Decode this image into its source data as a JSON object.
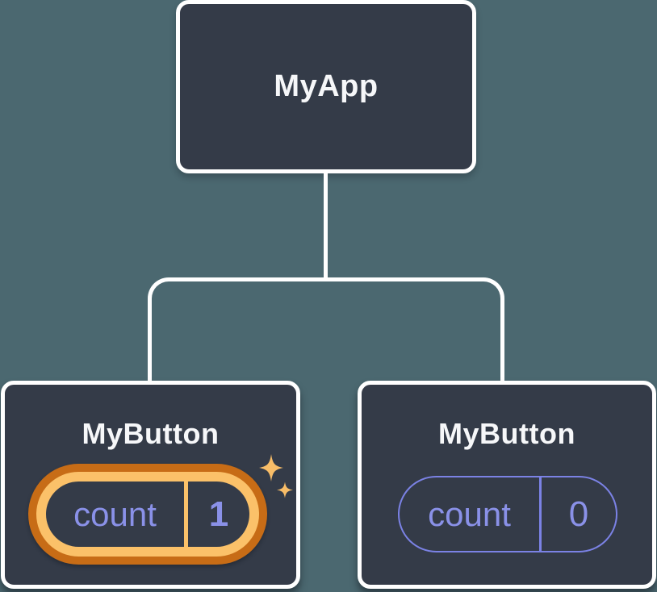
{
  "colors": {
    "background": "#4B6870",
    "node_fill": "#343B48",
    "node_border": "#FFFFFF",
    "label_text": "#F6F7F9",
    "state_purple": "#8A91E8",
    "pill_border_purple": "#7B82E5",
    "highlight_orange_dark": "#C76C16",
    "highlight_orange_light": "#FBC169",
    "sparkle_gold": "#F8BD68"
  },
  "diagram": {
    "root": {
      "label": "MyApp"
    },
    "children": [
      {
        "label": "MyButton",
        "state_name": "count",
        "state_value": "1",
        "highlighted": true
      },
      {
        "label": "MyButton",
        "state_name": "count",
        "state_value": "0",
        "highlighted": false
      }
    ]
  }
}
